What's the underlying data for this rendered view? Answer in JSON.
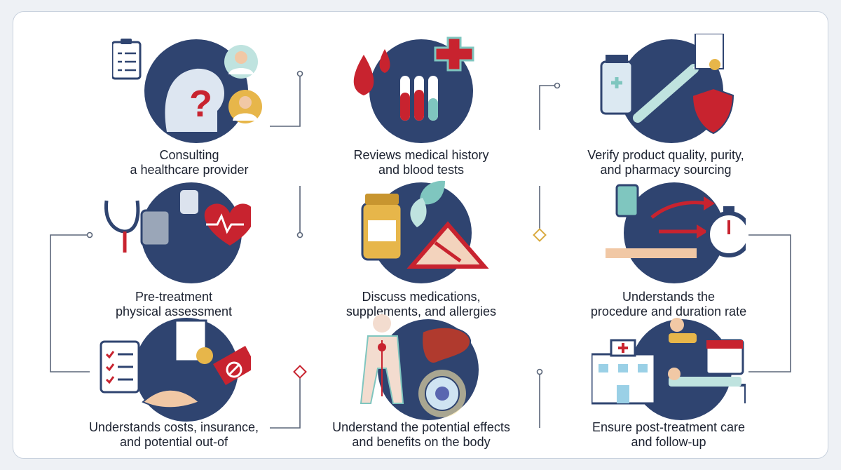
{
  "colors": {
    "navy": "#2f4470",
    "red": "#c8232f",
    "teal": "#7fc6bf",
    "gold": "#e7b64a",
    "line": "#5b6679"
  },
  "steps": [
    {
      "line1": "Consulting",
      "line2": "a healthcare provider",
      "icons": [
        "clipboard-icon",
        "question-head-icon",
        "doctor-icon"
      ]
    },
    {
      "line1": "Reviews medical history",
      "line2": "and blood tests",
      "icons": [
        "blood-drop-icon",
        "test-tubes-icon",
        "medical-cross-icon"
      ]
    },
    {
      "line1": "Verify product quality, purity,",
      "line2": "and pharmacy sourcing",
      "icons": [
        "vial-icon",
        "syringe-icon",
        "certificate-icon",
        "shield-icon"
      ]
    },
    {
      "line1": "Pre-treatment",
      "line2": "physical assessment",
      "icons": [
        "stethoscope-icon",
        "blood-pressure-monitor-icon",
        "heart-pulse-icon"
      ]
    },
    {
      "line1": "Discuss medications,",
      "line2": "supplements, and allergies",
      "icons": [
        "pill-bottle-icon",
        "leaf-icon",
        "warning-sign-icon"
      ]
    },
    {
      "line1": "Understands the",
      "line2": "procedure and duration rate",
      "icons": [
        "iv-drip-icon",
        "arrow-icon",
        "stopwatch-icon"
      ]
    },
    {
      "line1": "Understands costs, insurance,",
      "line2": "and potential out-of",
      "icons": [
        "checklist-icon",
        "handshake-icon",
        "price-tag-icon"
      ]
    },
    {
      "line1": "Understand the potential effects",
      "line2": "and benefits on the body",
      "icons": [
        "body-anatomy-icon",
        "liver-icon",
        "cell-icon"
      ]
    },
    {
      "line1": "Ensure post-treatment care",
      "line2": "and follow-up",
      "icons": [
        "hospital-icon",
        "calendar-icon",
        "patient-bed-icon"
      ]
    }
  ]
}
